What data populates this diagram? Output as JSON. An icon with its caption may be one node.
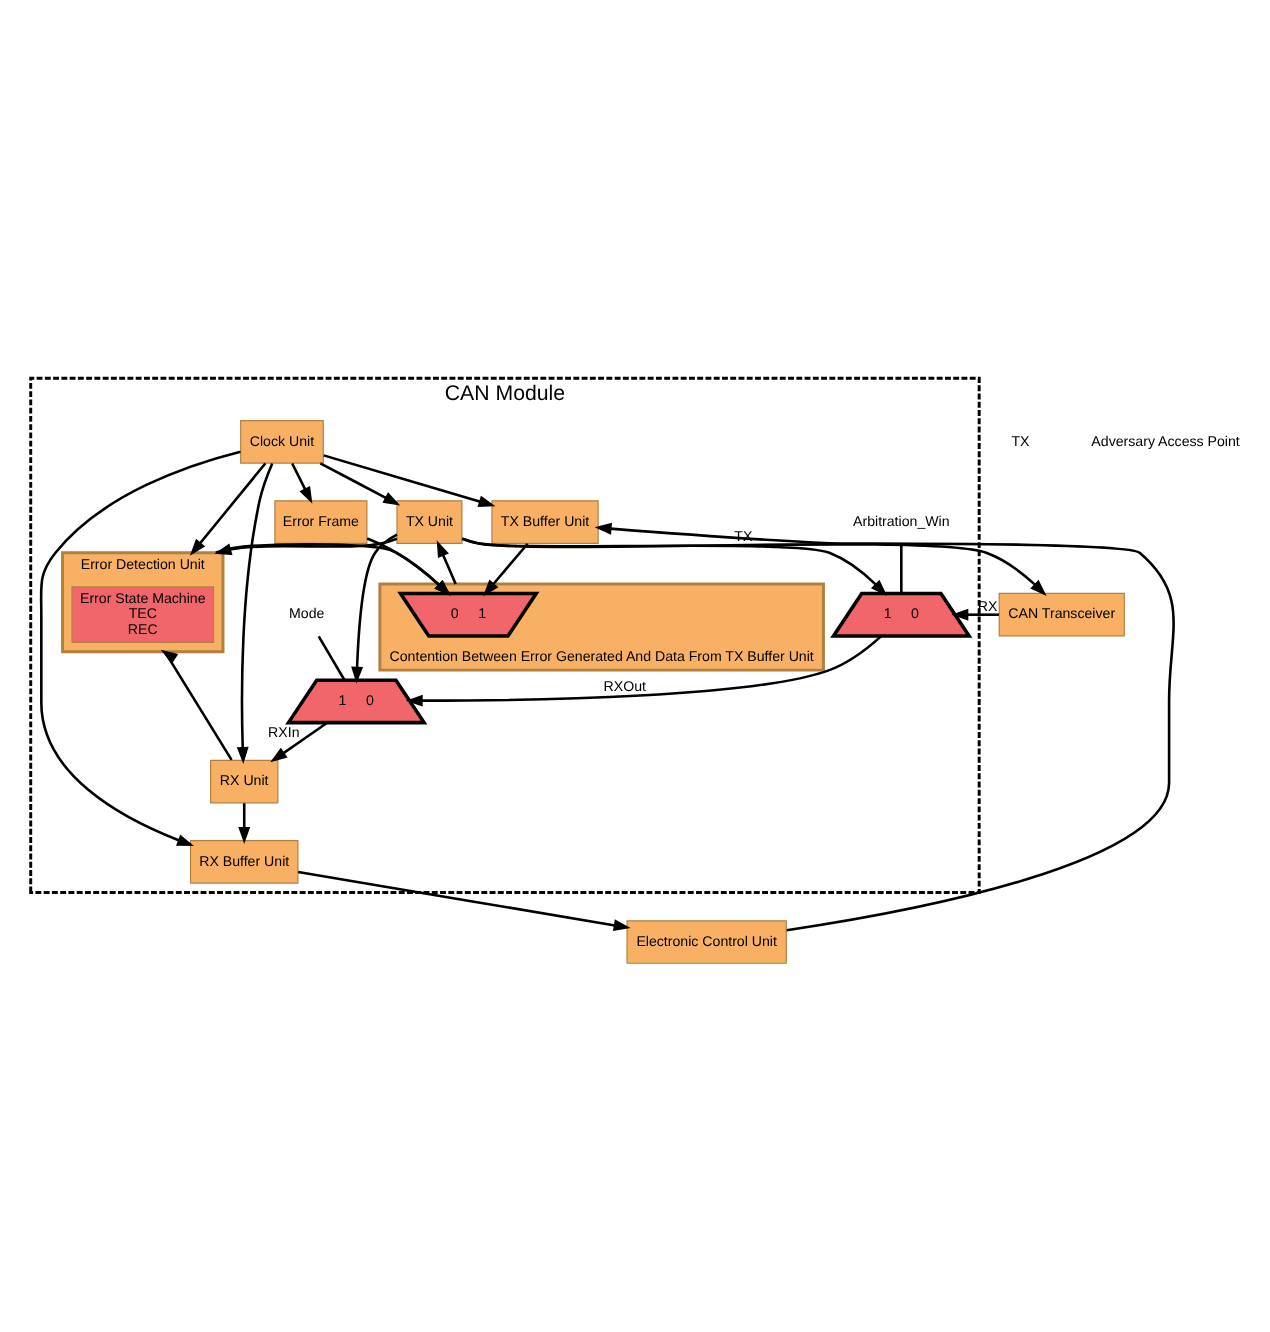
{
  "diagram": {
    "nodes": [
      {
        "text": [
          "Electronic Control Unit"
        ]
      },
      {
        "text": [
          "CAN Module"
        ]
      },
      {
        "text": [
          "TX Buffer Unit"
        ],
        "in": 1
      },
      {
        "text": [
          "Error Frame"
        ],
        "in": 1
      },
      {
        "text": [
          "RX Buffer Unit"
        ],
        "in": 1
      },
      {
        "text": [
          "Contention Between Error Generated And Data From TX Buffer Unit"
        ],
        "in": 1
      },
      {
        "text": [
          "0",
          "1"
        ],
        "in": 5
      },
      {
        "text": [
          "Error Detection Unit"
        ],
        "in": 1
      },
      {
        "text": [
          "Error State Machine",
          "TEC",
          "REC"
        ],
        "in": 7
      },
      {
        "text": [
          "TX Unit"
        ],
        "in": 1
      },
      {
        "text": [
          "Clock Unit"
        ],
        "in": 1
      },
      {
        "text": [
          "RX Unit"
        ],
        "in": 1
      },
      {
        "text": [
          "Mode"
        ],
        "in": 1
      },
      {
        "text": [
          "1",
          "0"
        ],
        "in": 1
      },
      {
        "text": [
          "Arbitration_Win"
        ],
        "in": 1
      },
      {
        "text": [
          "1",
          "0"
        ],
        "in": 1
      },
      {
        "text": [
          "CAN Transceiver"
        ]
      }
    ],
    "edges": [
      {
        "from": 0,
        "to": 2,
        "arrow": "to"
      },
      {
        "from": 4,
        "to": 0,
        "arrow": "to"
      },
      {
        "from": 2,
        "to": 6,
        "arrow": "to"
      },
      {
        "from": 3,
        "to": 6,
        "arrow": "to"
      },
      {
        "from": 7,
        "to": 6,
        "arrow": "to"
      },
      {
        "from": 5,
        "to": 9,
        "arrow": "to"
      },
      {
        "from": 10,
        "to": 9,
        "arrow": "to"
      },
      {
        "from": 10,
        "to": 2,
        "arrow": "to"
      },
      {
        "from": 10,
        "to": 3,
        "arrow": "to"
      },
      {
        "from": 10,
        "to": 7,
        "arrow": "to"
      },
      {
        "from": 9,
        "to": 7,
        "arrow": "to"
      },
      {
        "from": 11,
        "to": 7,
        "arrow": "to"
      },
      {
        "from": 10,
        "to": 11,
        "arrow": "to"
      },
      {
        "from": 10,
        "to": 4,
        "arrow": "to"
      },
      {
        "from": 11,
        "to": 4,
        "arrow": "to"
      },
      {
        "from": 12,
        "to": 13,
        "arrow": "none"
      },
      {
        "from": 13,
        "to": 11,
        "arrow": "to",
        "label": "RXIn"
      },
      {
        "from": 9,
        "to": 13,
        "arrow": "to"
      },
      {
        "from": 14,
        "to": 15,
        "arrow": "none"
      },
      {
        "from": 15,
        "to": 13,
        "arrow": "to",
        "label": "RXOut"
      },
      {
        "from": 9,
        "to": 15,
        "arrow": "to"
      },
      {
        "from": 9,
        "to": 16,
        "arrow": "to",
        "label": "TX"
      },
      {
        "from": 16,
        "to": 15,
        "arrow": "to",
        "label": "RX"
      }
    ],
    "labels": [
      "TX",
      "Adversary Access Point"
    ]
  }
}
